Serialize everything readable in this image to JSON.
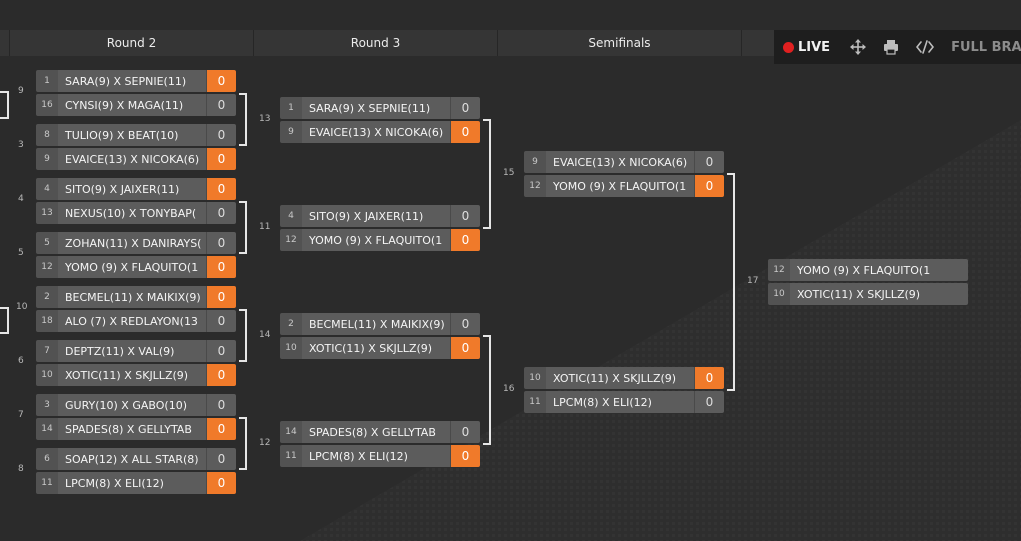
{
  "rounds": [
    "Round 2",
    "Round 3",
    "Semifinals"
  ],
  "toolbar": {
    "live_label": "LIVE",
    "live_color": "#e02020",
    "icons": [
      "move-icon",
      "print-icon",
      "code-icon"
    ],
    "full_bracket_label": "FULL BRAC"
  },
  "colors": {
    "background": "#2b2b2b",
    "accent_win": "#f07a2a",
    "cell": "#5c5c5c"
  },
  "left_numbers": [
    "9",
    "3",
    "4",
    "5",
    "10",
    "6",
    "7",
    "8"
  ],
  "games": [
    {
      "number": "",
      "top": [
        {
          "seed": "1",
          "name": "SARA(9) X SEPNIE(11)",
          "score": "0",
          "win": true
        },
        {
          "seed": "16",
          "name": "CYNSI(9) X MAGA(11)",
          "score": "0",
          "win": false
        }
      ]
    },
    {
      "number": "",
      "top": [
        {
          "seed": "8",
          "name": "TULIO(9) X BEAT(10)",
          "score": "0",
          "win": false
        },
        {
          "seed": "9",
          "name": "EVAICE(13) X NICOKA(6)",
          "score": "0",
          "win": true
        }
      ]
    },
    {
      "number": "",
      "top": [
        {
          "seed": "4",
          "name": "SITO(9) X JAIXER(11)",
          "score": "0",
          "win": true
        },
        {
          "seed": "13",
          "name": "NEXUS(10) X TONYBAP(",
          "score": "0",
          "win": false
        }
      ]
    },
    {
      "number": "",
      "top": [
        {
          "seed": "5",
          "name": "ZOHAN(11) X DANIRAYS(",
          "score": "0",
          "win": false
        },
        {
          "seed": "12",
          "name": "YOMO (9) X FLAQUITO(1",
          "score": "0",
          "win": true
        }
      ]
    },
    {
      "number": "",
      "top": [
        {
          "seed": "2",
          "name": "BECMEL(11) X MAIKIX(9)",
          "score": "0",
          "win": true
        },
        {
          "seed": "18",
          "name": "ALO (7) X REDLAYON(13",
          "score": "0",
          "win": false
        }
      ]
    },
    {
      "number": "",
      "top": [
        {
          "seed": "7",
          "name": "DEPTZ(11) X VAL(9)",
          "score": "0",
          "win": false
        },
        {
          "seed": "10",
          "name": "XOTIC(11) X SKJLLZ(9)",
          "score": "0",
          "win": true
        }
      ]
    },
    {
      "number": "",
      "top": [
        {
          "seed": "3",
          "name": "GURY(10) X GABO(10)",
          "score": "0",
          "win": false
        },
        {
          "seed": "14",
          "name": "SPADES(8) X GELLYTAB",
          "score": "0",
          "win": true
        }
      ]
    },
    {
      "number": "",
      "top": [
        {
          "seed": "6",
          "name": "SOAP(12) X ALL STAR(8)",
          "score": "0",
          "win": false
        },
        {
          "seed": "11",
          "name": "LPCM(8) X ELI(12)",
          "score": "0",
          "win": true
        }
      ]
    },
    {
      "number": "13",
      "top": [
        {
          "seed": "1",
          "name": "SARA(9) X SEPNIE(11)",
          "score": "0",
          "win": false
        },
        {
          "seed": "9",
          "name": "EVAICE(13) X NICOKA(6)",
          "score": "0",
          "win": true
        }
      ]
    },
    {
      "number": "11",
      "top": [
        {
          "seed": "4",
          "name": "SITO(9) X JAIXER(11)",
          "score": "0",
          "win": false
        },
        {
          "seed": "12",
          "name": "YOMO (9) X FLAQUITO(1",
          "score": "0",
          "win": true
        }
      ]
    },
    {
      "number": "14",
      "top": [
        {
          "seed": "2",
          "name": "BECMEL(11) X MAIKIX(9)",
          "score": "0",
          "win": false
        },
        {
          "seed": "10",
          "name": "XOTIC(11) X SKJLLZ(9)",
          "score": "0",
          "win": true
        }
      ]
    },
    {
      "number": "12",
      "top": [
        {
          "seed": "14",
          "name": "SPADES(8) X GELLYTAB",
          "score": "0",
          "win": false
        },
        {
          "seed": "11",
          "name": "LPCM(8) X ELI(12)",
          "score": "0",
          "win": true
        }
      ]
    },
    {
      "number": "15",
      "top": [
        {
          "seed": "9",
          "name": "EVAICE(13) X NICOKA(6)",
          "score": "0",
          "win": false
        },
        {
          "seed": "12",
          "name": "YOMO (9) X FLAQUITO(1",
          "score": "0",
          "win": true
        }
      ]
    },
    {
      "number": "16",
      "top": [
        {
          "seed": "10",
          "name": "XOTIC(11) X SKJLLZ(9)",
          "score": "0",
          "win": true
        },
        {
          "seed": "11",
          "name": "LPCM(8) X ELI(12)",
          "score": "0",
          "win": false
        }
      ]
    },
    {
      "number": "17",
      "top": [
        {
          "seed": "12",
          "name": "YOMO (9) X FLAQUITO(1",
          "score": "",
          "win": false
        },
        {
          "seed": "10",
          "name": "XOTIC(11) X SKJLLZ(9)",
          "score": "",
          "win": false
        }
      ]
    }
  ]
}
